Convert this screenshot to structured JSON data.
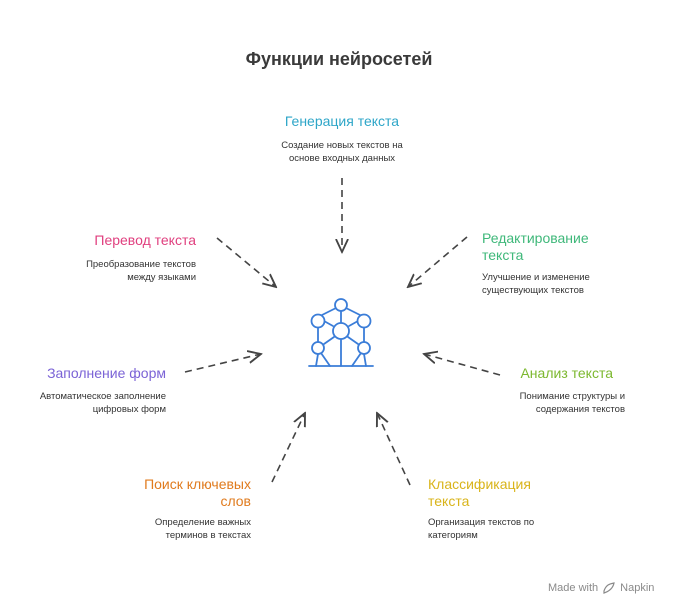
{
  "title": "Функции нейросетей",
  "colors": {
    "arrow": "#444444",
    "icon": "#3b7dd8",
    "generation": "#2ea6c8",
    "editing": "#3fb87a",
    "analysis": "#7cb82f",
    "classification": "#d9b41a",
    "keyword_search": "#e07b1e",
    "forms": "#7b63d6",
    "translation": "#e0407f"
  },
  "nodes": {
    "generation": {
      "title": "Генерация текста",
      "desc_lines": [
        "Создание новых текстов на",
        "основе входных данных"
      ]
    },
    "editing": {
      "title_lines": [
        "Редактирование",
        "текста"
      ],
      "desc_lines": [
        "Улучшение и изменение",
        "существующих текстов"
      ]
    },
    "analysis": {
      "title": "Анализ текста",
      "desc_lines": [
        "Понимание структуры и",
        "содержания текстов"
      ]
    },
    "classification": {
      "title_lines": [
        "Классификация",
        "текста"
      ],
      "desc_lines": [
        "Организация текстов по",
        "категориям"
      ]
    },
    "keyword_search": {
      "title_lines": [
        "Поиск ключевых",
        "слов"
      ],
      "desc_lines": [
        "Определение важных",
        "терминов в текстах"
      ]
    },
    "forms": {
      "title": "Заполнение форм",
      "desc_lines": [
        "Автоматическое заполнение",
        "цифровых форм"
      ]
    },
    "translation": {
      "title": "Перевод текста",
      "desc_lines": [
        "Преобразование текстов",
        "между языками"
      ]
    }
  },
  "footer": {
    "made_with": "Made with",
    "brand": "Napkin"
  }
}
